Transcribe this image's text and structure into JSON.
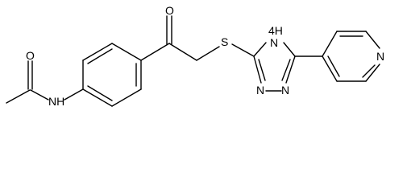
{
  "molecule": {
    "atom_labels": {
      "o_acetyl": "O",
      "nh_amide": "NH",
      "o_ketone": "O",
      "s_thioether": "S",
      "nh_triazole": "4H",
      "nh_triazole_n": "N",
      "n_triazole_1": "N",
      "n_triazole_2": "N",
      "n_pyridine": "N"
    }
  }
}
